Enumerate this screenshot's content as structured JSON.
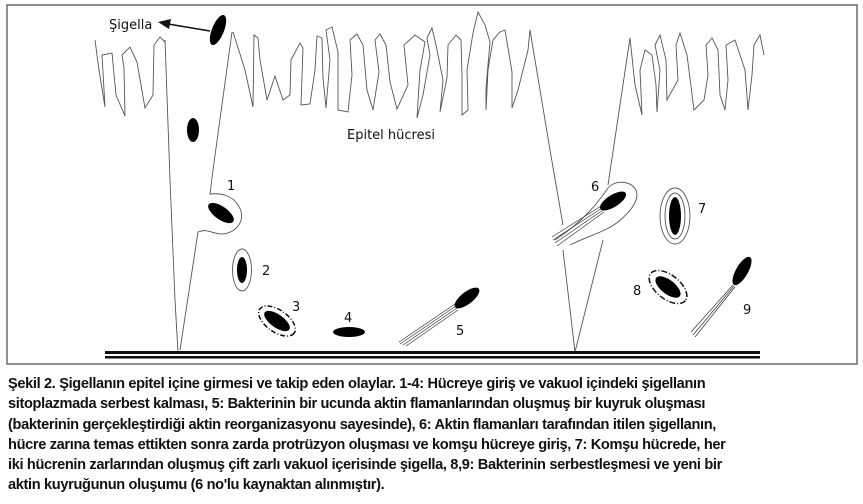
{
  "figure": {
    "labels": {
      "shigella": "Şigella",
      "epithelial_cell": "Epitel hücresi",
      "steps": [
        "1",
        "2",
        "3",
        "4",
        "5",
        "6",
        "7",
        "8",
        "9"
      ]
    }
  },
  "caption": {
    "lines": [
      "Şekil 2. Şigellanın epitel içine girmesi ve takip eden olaylar. 1-4: Hücreye giriş ve vakuol içindeki şigellanın",
      "sitoplazmada serbest kalması, 5: Bakterinin bir ucunda aktin flamanlarından oluşmuş bir kuyruk oluşması",
      "(bakterinin gerçekleştirdiği aktin reorganizasyonu sayesinde), 6: Aktin flamanları tarafından itilen şigellanın,",
      "hücre zarına temas ettikten sonra zarda protrüzyon oluşması ve komşu hücreye giriş, 7: Komşu hücrede, her",
      "iki hücrenin zarlarından oluşmuş çift zarlı vakuol içerisinde şigella, 8,9: Bakterinin serbestleşmesi ve yeni bir",
      "aktin kuyruğunun oluşumu (6 no'lu kaynaktan alınmıştır)."
    ]
  }
}
